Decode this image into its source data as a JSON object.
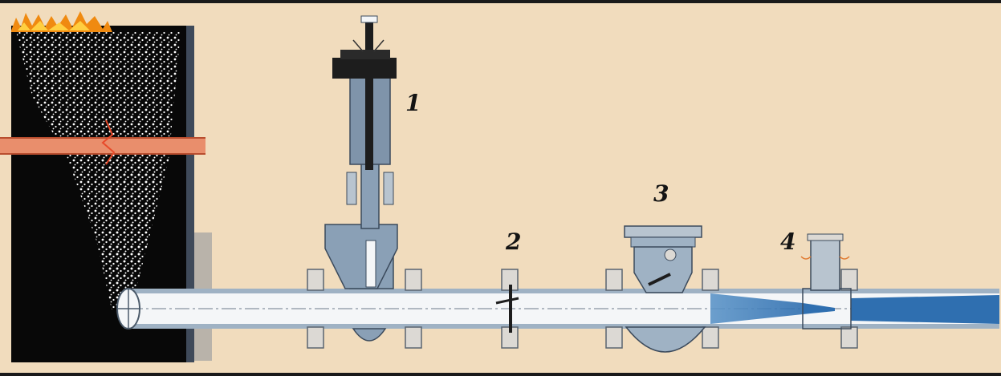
{
  "labels": {
    "valve_1": "1",
    "valve_2": "2",
    "valve_3": "3",
    "valve_4": "4"
  },
  "colors": {
    "background": "#f1dcbd",
    "silo": "#080808",
    "silo_wall": "#3f4a5a",
    "powder": "#ffffff",
    "flame": "#f08a10",
    "hot_pipe": "#e98e6c",
    "valve_body": "#8aa0b6",
    "pipe_inner": "#f4f6f8",
    "flange": "#dcd9d4",
    "spray": "#2f6fb0"
  },
  "icons": [
    "flame-icon",
    "spark-icon"
  ]
}
